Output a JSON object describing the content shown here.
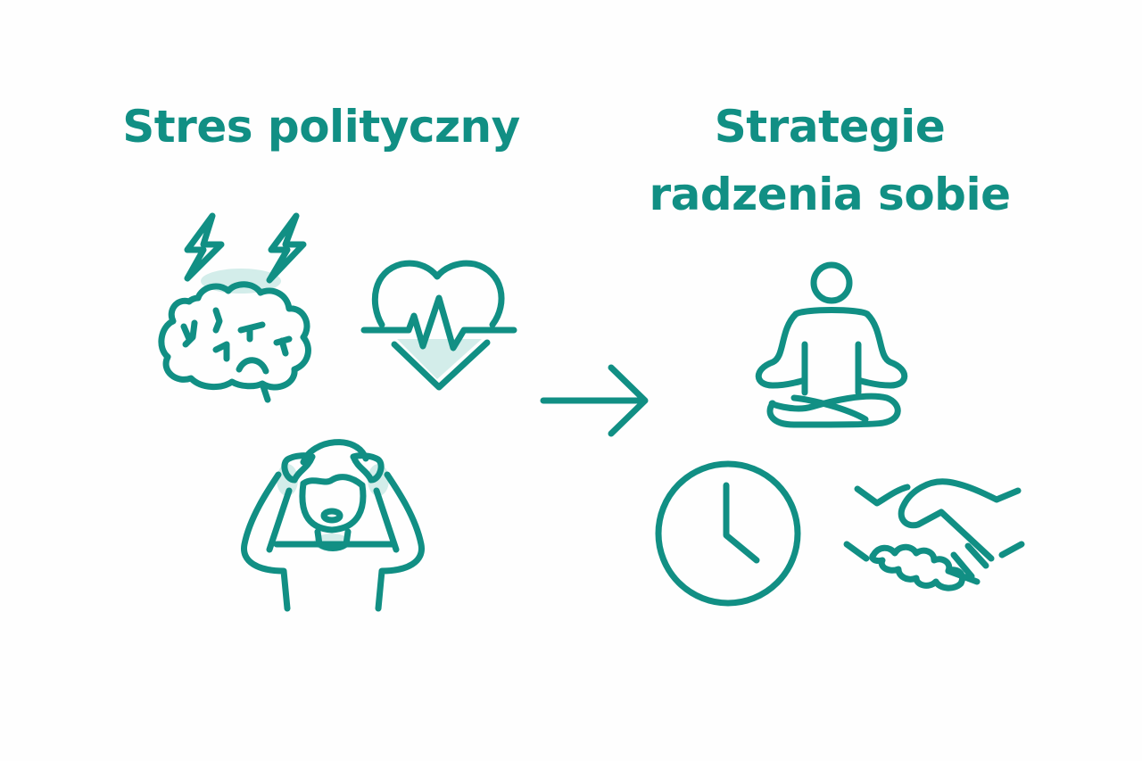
{
  "diagram": {
    "left": {
      "title": "Stres polityczny",
      "icons": [
        "brain-lightning-icon",
        "heart-pulse-icon",
        "stressed-person-icon"
      ]
    },
    "connector": {
      "icon": "arrow-right-icon"
    },
    "right": {
      "title_line1": "Strategie",
      "title_line2": "radzenia sobie",
      "icons": [
        "meditation-icon",
        "clock-icon",
        "handshake-icon"
      ]
    },
    "colors": {
      "accent": "#118f84",
      "background": "#fefefe"
    }
  }
}
